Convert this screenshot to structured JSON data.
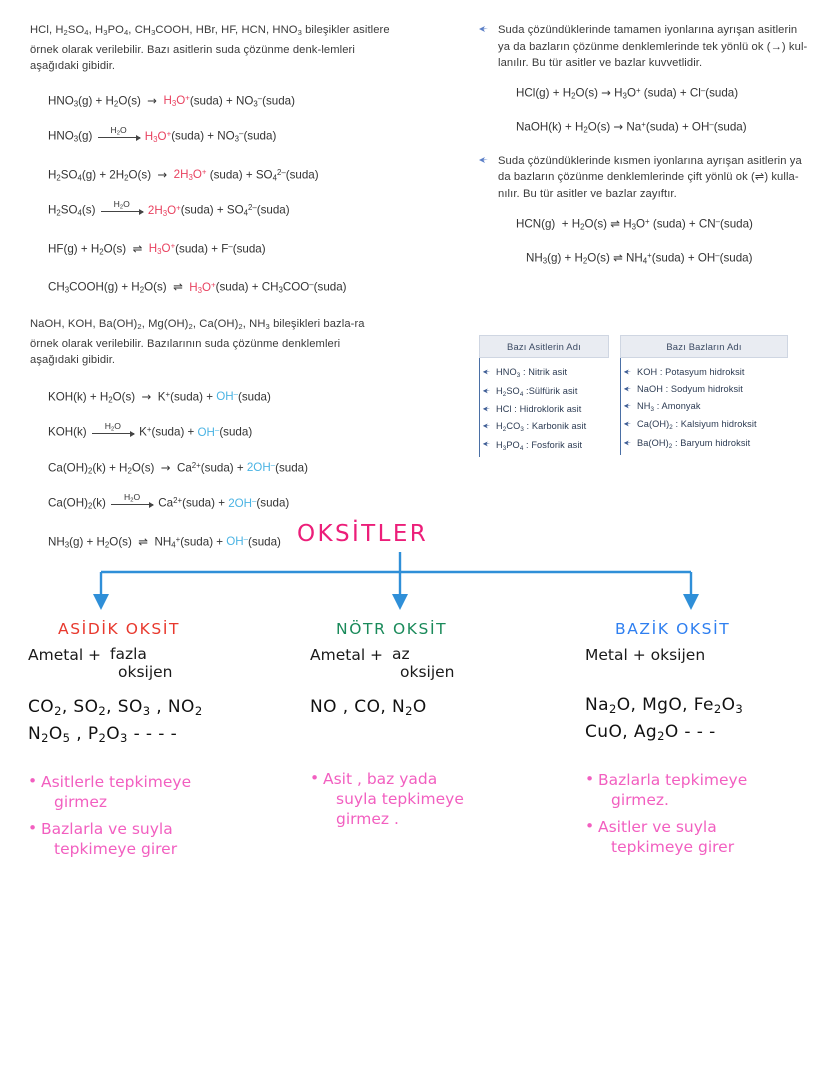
{
  "left_column": {
    "intro_paragraph": "HCl, H2SO4, H3PO4, CH3COOH, HBr, HF, HCN, HNO3 bileşikler asitlere örnek olarak verilebilir. Bazı asitlerin suda çözünme denklemleri aşağıdaki gibidir.",
    "acid_equations": [
      "HNO3(g) + H2O(s) → H3O+(suda) + NO3-(suda)",
      "HNO3(g) --H2O--> H3O+(suda) + NO3-(suda)",
      "H2SO4(g) + 2H2O(s) → 2H3O+(suda) + SO4 2-(suda)",
      "H2SO4(s) --H2O--> 2H3O+(suda) + SO4 2-(suda)",
      "HF(g) + H2O(s) ⇌ H3O+(suda) + F-(suda)",
      "CH3COOH(g) + H2O(s) ⇌ H3O+(suda) + CH3COO-(suda)"
    ],
    "base_paragraph": "NaOH, KOH, Ba(OH)2, Mg(OH)2, Ca(OH)2, NH3 bileşikleri bazlara örnek olarak verilebilir. Bazılarının suda çözünme denklemleri aşağıdaki gibidir.",
    "base_equations": [
      "KOH(k) + H2O(s) → K+(suda) + OH-(suda)",
      "KOH(k) --H2O--> K+(suda) + OH-(suda)",
      "Ca(OH)2(k) + H2O(s) → Ca2+(suda) + 2OH-(suda)",
      "Ca(OH)2(k) --H2O--> Ca2+(suda) + 2OH-(suda)",
      "NH3(g) + H2O(s) ⇌ NH4+(suda) + OH-(suda)"
    ]
  },
  "right_column": {
    "bullet1_text": "Suda çözündüklerinde tamamen iyonlarına ayrışan asitlerin ya da bazların çözünme denklemlerinde tek yönlü ok (→) kullanılır. Bu tür asitler ve bazlar kuvvetlidir.",
    "bullet1_equations": [
      "HCl(g) + H2O(s) → H3O+ (suda) + Cl-(suda)",
      "NaOH(k) + H2O(s) → Na+(suda) + OH-(suda)"
    ],
    "bullet2_text": "Suda çözündüklerinde kısmen iyonlarına ayrışan asitlerin ya da bazların çözünme denklemlerinde çift yönlü ok (⇌) kullanılır. Bu tür asitler ve bazlar zayıftır.",
    "bullet2_equations": [
      "HCN(g) + H2O(s) ⇌ H3O+ (suda) + CN-(suda)",
      "NH3(g) + H2O(s) ⇌ NH4+(suda) + OH-(suda)"
    ]
  },
  "acid_table": {
    "header": "Bazı Asitlerin Adı",
    "rows": [
      "HNO3 : Nitrik asit",
      "H2SO4 :Sülfürik asit",
      "HCl : Hidroklorik asit",
      "H2CO3 : Karbonik asit",
      "H3PO4 : Fosforik asit"
    ]
  },
  "base_table": {
    "header": "Bazı Bazların Adı",
    "rows": [
      "KOH : Potasyum hidroksit",
      "NaOH : Sodyum hidroksit",
      "NH3 : Amonyak",
      "Ca(OH)2 : Kalsiyum hidroksit",
      "Ba(OH)2 : Baryum hidroksit"
    ]
  },
  "diagram": {
    "title": "OKSİTLER",
    "title_color": "#ec1e79",
    "connector_color": "#2f8fd8",
    "branches": [
      {
        "heading": "ASİDİK OKSİT",
        "heading_color": "#e8392e",
        "definition_part1": "Ametal +",
        "definition_part2_top": "fazla",
        "definition_part2_bottom": "oksijen",
        "formulas_line1": "CO2, SO2, SO3 , NO2",
        "formulas_line2": "N2O5 , P2O3 - - - -",
        "notes": [
          "Asitlerle  tepkimeye",
          "girmez",
          "Bazlarla  ve  suyla",
          "tepkimeye  girer"
        ],
        "notes_color": "#f25fc0"
      },
      {
        "heading": "NÖTR OKSİT",
        "heading_color": "#1a8a5a",
        "definition_part1": "Ametal +",
        "definition_part2_top": "az",
        "definition_part2_bottom": "oksijen",
        "formulas_line1": "NO , CO, N2O",
        "formulas_line2": "",
        "notes": [
          "Asit , baz  yada",
          "suyla  tepkimeye",
          "girmez ."
        ],
        "notes_color": "#f25fc0"
      },
      {
        "heading": "BAZİK OKSİT",
        "heading_color": "#2f7ff0",
        "definition_part1": "Metal + oksijen",
        "definition_part2_top": "",
        "definition_part2_bottom": "",
        "formulas_line1": "Na2O, MgO, Fe2O3",
        "formulas_line2": "CuO, Ag2O - - -",
        "notes": [
          "Bazlarla  tepkimeye",
          "girmez.",
          "Asitler  ve  suyla",
          "tepkimeye   girer"
        ],
        "notes_color": "#f25fc0"
      }
    ]
  }
}
